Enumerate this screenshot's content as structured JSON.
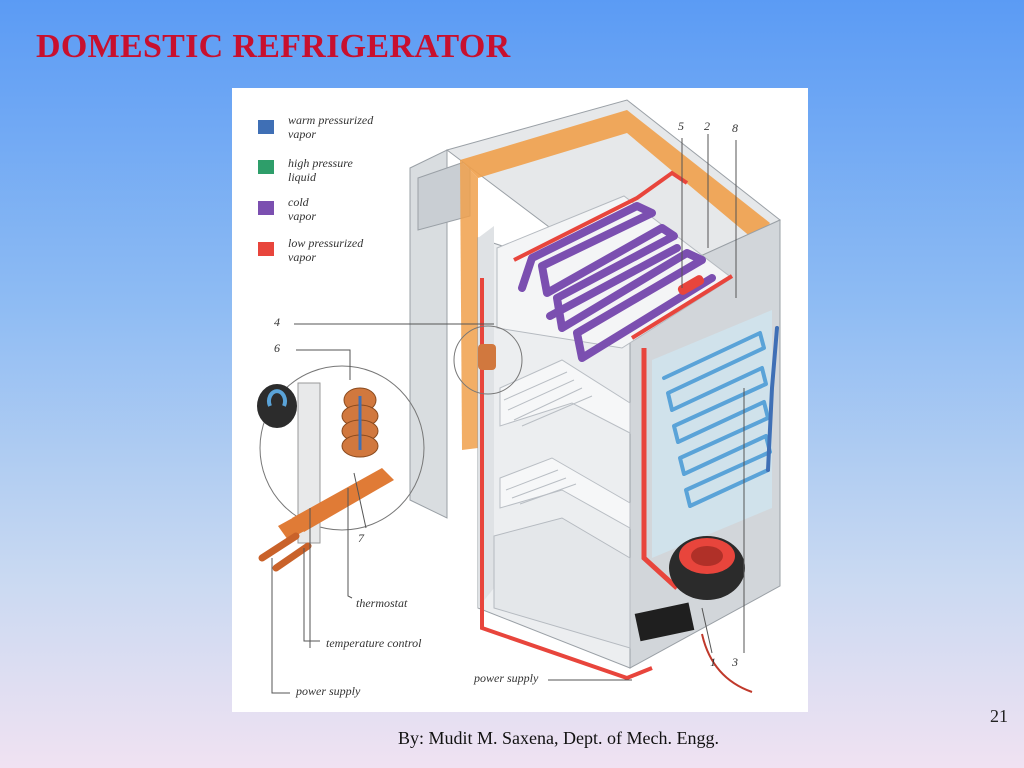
{
  "slide": {
    "title": "DOMESTIC REFRIGERATOR",
    "page_number": "21",
    "footer": "By: Mudit M. Saxena, Dept. of Mech. Engg."
  },
  "diagram": {
    "legend": [
      {
        "line1": "warm pressurized",
        "line2": "vapor",
        "color": "#3f6fb5"
      },
      {
        "line1": "high pressure",
        "line2": "liquid",
        "color": "#2e9e6a"
      },
      {
        "line1": "cold",
        "line2": "vapor",
        "color": "#7b4fb0"
      },
      {
        "line1": "low pressurized",
        "line2": "vapor",
        "color": "#e8453c"
      }
    ],
    "callouts": {
      "n5": "5",
      "n2": "2",
      "n8": "8",
      "n4": "4",
      "n6": "6",
      "n7": "7",
      "n1": "1",
      "n3": "3"
    },
    "labels": {
      "thermostat": "thermostat",
      "temperature_control": "temperature control",
      "power_supply_left": "power supply",
      "power_supply_bottom": "power supply"
    }
  }
}
